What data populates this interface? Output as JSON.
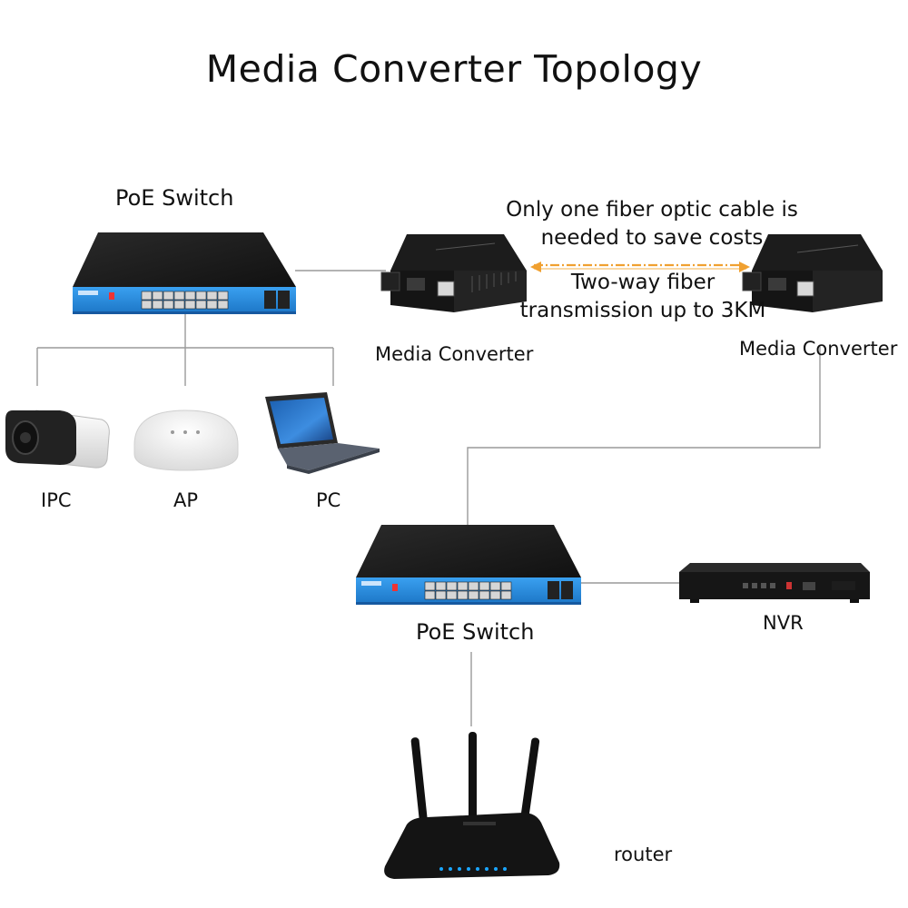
{
  "title": "Media Converter Topology",
  "labels": {
    "poe_switch_top": "PoE Switch",
    "media_converter_left": "Media Converter",
    "media_converter_right": "Media Converter",
    "ipc": "IPC",
    "ap": "AP",
    "pc": "PC",
    "poe_switch_bottom": "PoE Switch",
    "nvr": "NVR",
    "router": "router"
  },
  "fiber_notes": {
    "cost_line1": "Only one fiber optic cable is",
    "cost_line2": "needed to save costs",
    "range_line1": "Two-way fiber",
    "range_line2": "transmission up to 3KM"
  },
  "colors": {
    "switch_body": "#1b1b1b",
    "switch_front": "#2d8fe0",
    "fiber": "#f0a030",
    "link_line": "#999999",
    "nvr_body": "#161616"
  },
  "icons": [
    "poe-switch-icon",
    "media-converter-icon",
    "ip-camera-icon",
    "access-point-icon",
    "laptop-icon",
    "nvr-icon",
    "router-icon"
  ]
}
